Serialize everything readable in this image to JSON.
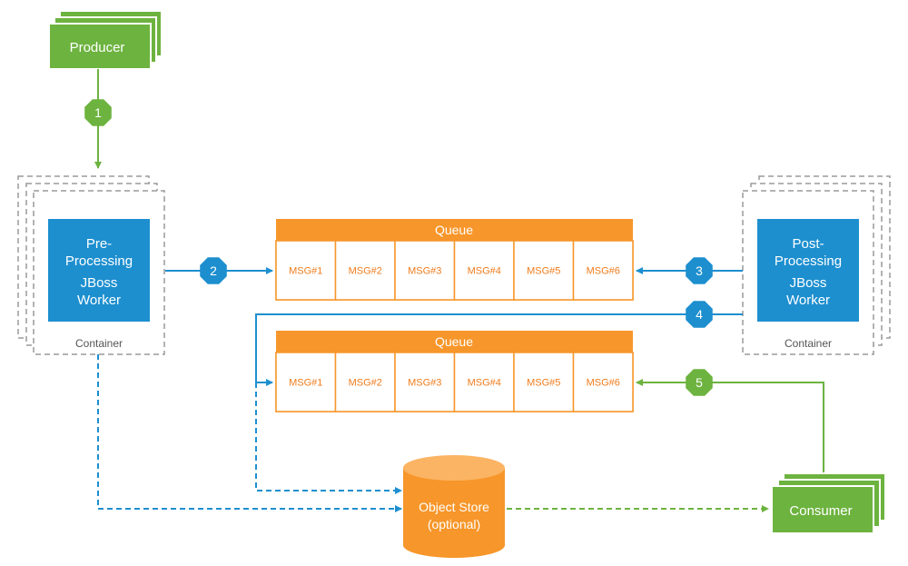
{
  "producer": {
    "label": "Producer"
  },
  "consumer": {
    "label": "Consumer"
  },
  "pre_worker": {
    "line1": "Pre-",
    "line2": "Processing",
    "line3": "JBoss",
    "line4": "Worker",
    "container_label": "Container"
  },
  "post_worker": {
    "line1": "Post-",
    "line2": "Processing",
    "line3": "JBoss",
    "line4": "Worker",
    "container_label": "Container"
  },
  "queue_top": {
    "title": "Queue",
    "messages": [
      "MSG#1",
      "MSG#2",
      "MSG#3",
      "MSG#4",
      "MSG#5",
      "MSG#6"
    ]
  },
  "queue_bottom": {
    "title": "Queue",
    "messages": [
      "MSG#1",
      "MSG#2",
      "MSG#3",
      "MSG#4",
      "MSG#5",
      "MSG#6"
    ]
  },
  "object_store": {
    "line1": "Object Store",
    "line2": "(optional)"
  },
  "steps": [
    "1",
    "2",
    "3",
    "4",
    "5"
  ],
  "colors": {
    "green": "#6db33f",
    "blue": "#1d8fcf",
    "orange": "#f7962a",
    "orange_light": "#fbb463",
    "dashed_gray": "#9a9a9a",
    "msg_text": "#f07c1c"
  }
}
